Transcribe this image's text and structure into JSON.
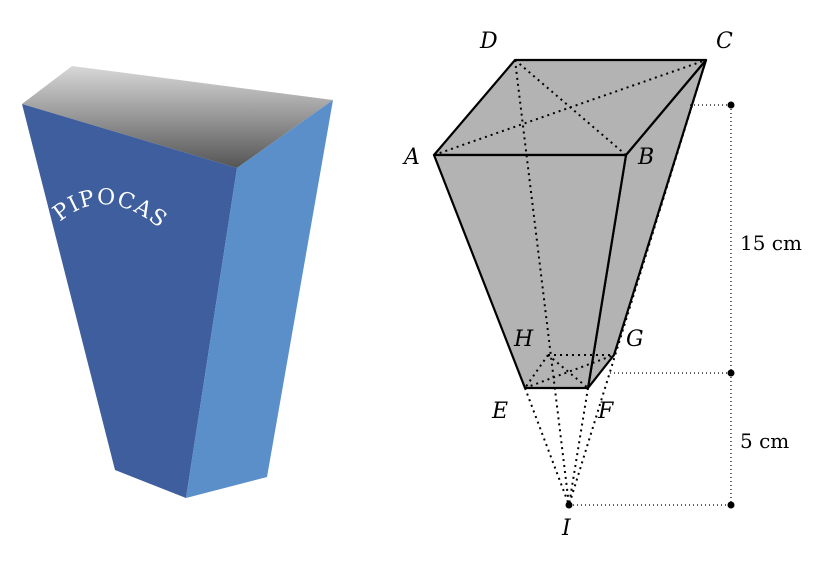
{
  "popcorn_box": {
    "text": "PIPOCAS",
    "colors": {
      "front": "#3e5e9e",
      "side": "#5b8fca",
      "inside": "#b8b8b8"
    }
  },
  "diagram": {
    "vertices": {
      "A": "A",
      "B": "B",
      "C": "C",
      "D": "D",
      "E": "E",
      "F": "F",
      "G": "G",
      "H": "H",
      "I": "I"
    },
    "dimensions": {
      "upper": "15 cm",
      "lower": "5 cm"
    },
    "fill_color": "#b3b3b3"
  }
}
